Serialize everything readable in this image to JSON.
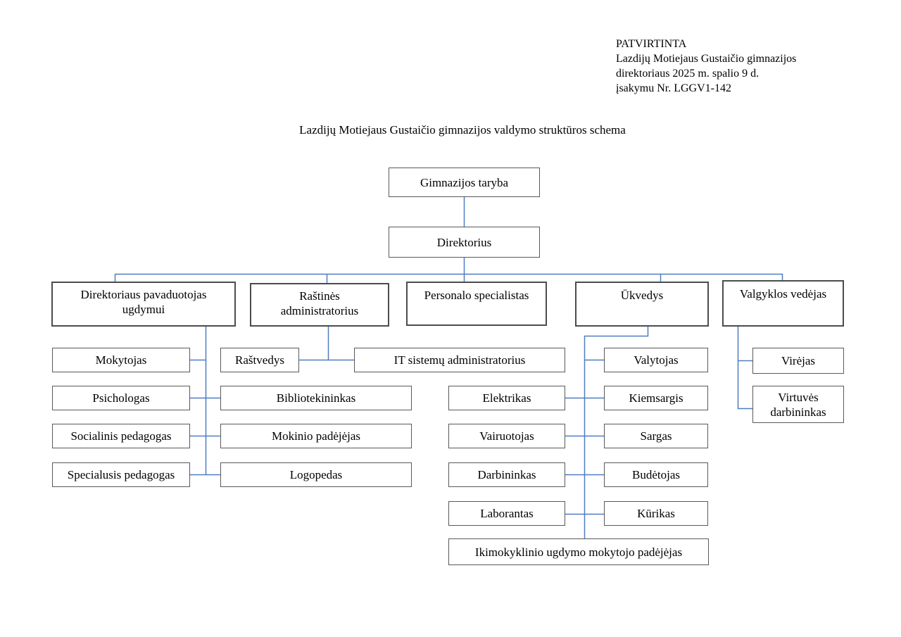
{
  "approval": {
    "lines": [
      "PATVIRTINTA",
      "Lazdijų Motiejaus Gustaičio gimnazijos",
      "direktoriaus 2025 m. spalio 9 d.",
      "įsakymu Nr. LGGV1-142"
    ]
  },
  "title": "Lazdijų Motiejaus Gustaičio gimnazijos valdymo struktūros schema",
  "colors": {
    "connector_blue": "#4f7dc2",
    "box_border_gray": "#595959",
    "text": "#000000",
    "background": "#ffffff"
  },
  "org": {
    "gimnazijos_taryba": "Gimnazijos taryba",
    "direktorius": "Direktorius",
    "dir_pav_ugdymui": "Direktoriaus pavaduotojas ugdymui",
    "rastines_administratorius": "Raštinės administratorius",
    "personalo_specialistas": "Personalo specialistas",
    "ukvedys": "Ūkvedys",
    "valgyklos_vedejas": "Valgyklos vedėjas",
    "mokytojas": "Mokytojas",
    "psichologas": "Psichologas",
    "socialinis_pedagogas": "Socialinis pedagogas",
    "specialusis_pedagogas": "Specialusis pedagogas",
    "rastvedys": "Raštvedys",
    "it_sistemu_administratorius": "IT sistemų administratorius",
    "bibliotekininkas": "Bibliotekininkas",
    "mokinio_padejejas": "Mokinio padėjėjas",
    "logopedas": "Logopedas",
    "elektrikas": "Elektrikas",
    "vairuotojas": "Vairuotojas",
    "darbininkas": "Darbininkas",
    "laborantas": "Laborantas",
    "valytojas": "Valytojas",
    "kiemsargis": "Kiemsargis",
    "sargas": "Sargas",
    "budetojas": "Budėtojas",
    "kurikas": "Kūrikas",
    "ikimokyklinio_padejejas": "Ikimokyklinio ugdymo mokytojo padėjėjas",
    "virejas": "Virėjas",
    "virtuves_darbininkas": "Virtuvės darbininkas"
  }
}
